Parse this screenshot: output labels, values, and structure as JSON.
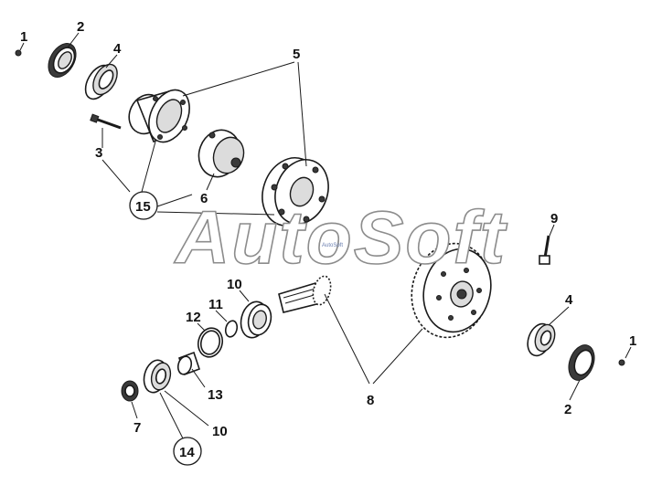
{
  "diagram": {
    "watermark": "AutoSoft",
    "watermark_small": "AutoSoft",
    "callouts": [
      {
        "id": "c1a",
        "text": "1"
      },
      {
        "id": "c2a",
        "text": "2"
      },
      {
        "id": "c4a",
        "text": "4"
      },
      {
        "id": "c5",
        "text": "5"
      },
      {
        "id": "c3",
        "text": "3"
      },
      {
        "id": "c15",
        "text": "15"
      },
      {
        "id": "c6",
        "text": "6"
      },
      {
        "id": "c9",
        "text": "9"
      },
      {
        "id": "c10a",
        "text": "10"
      },
      {
        "id": "c11",
        "text": "11"
      },
      {
        "id": "c12",
        "text": "12"
      },
      {
        "id": "c13",
        "text": "13"
      },
      {
        "id": "c7",
        "text": "7"
      },
      {
        "id": "c10b",
        "text": "10"
      },
      {
        "id": "c14",
        "text": "14"
      },
      {
        "id": "c8",
        "text": "8"
      },
      {
        "id": "c4b",
        "text": "4"
      },
      {
        "id": "c1b",
        "text": "1"
      },
      {
        "id": "c2b",
        "text": "2"
      }
    ]
  }
}
